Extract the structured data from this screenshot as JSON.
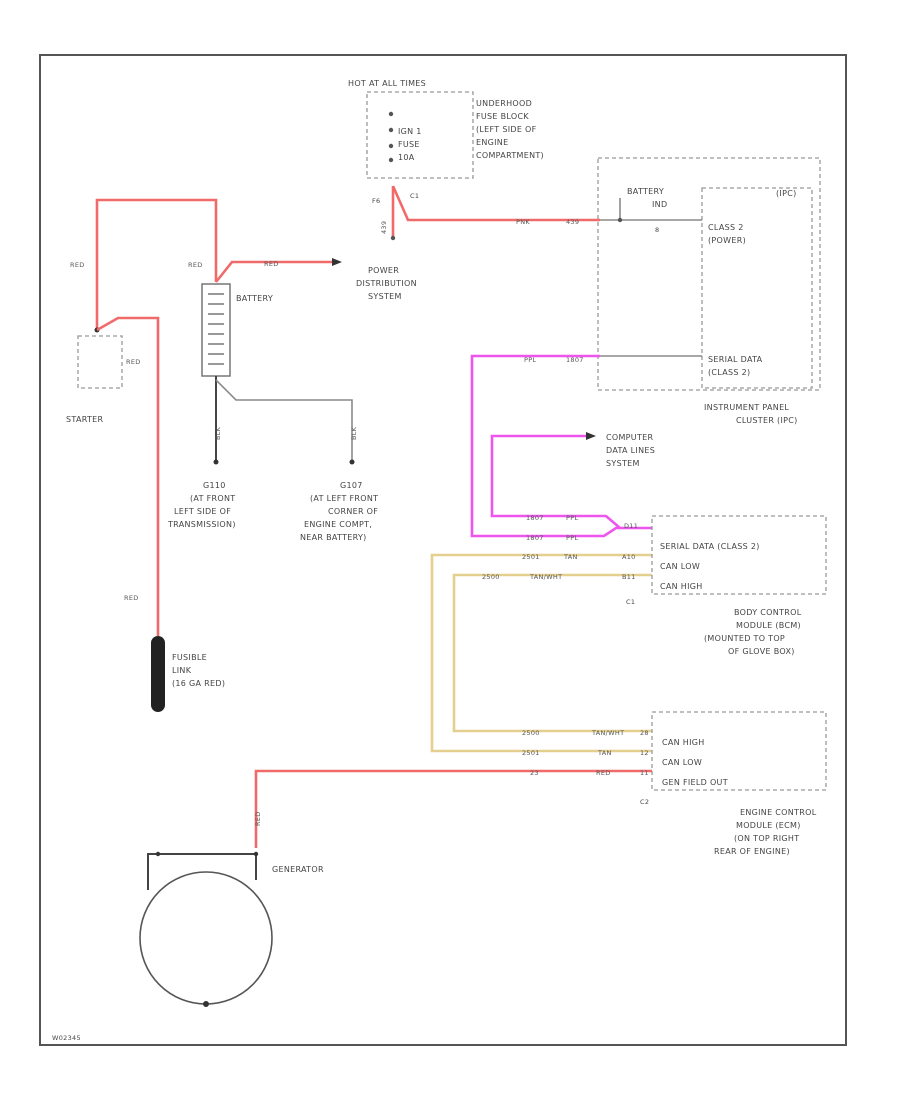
{
  "components": {
    "fuse_block": {
      "header": "HOT AT ALL TIMES",
      "location_lines": [
        "UNDERHOOD",
        "FUSE BLOCK",
        "(LEFT SIDE OF",
        "ENGINE",
        "COMPARTMENT)"
      ],
      "fuse_lines": [
        "IGN 1",
        "FUSE",
        "10A"
      ],
      "pin": "F6",
      "connector": "C1"
    },
    "battery": {
      "label": "BATTERY",
      "wire_color": "RED"
    },
    "power_distribution": {
      "lines": [
        "POWER",
        "DISTRIBUTION",
        "SYSTEM"
      ]
    },
    "starter": {
      "label": "STARTER"
    },
    "ground_g110": {
      "lines": [
        "G110",
        "(AT FRONT",
        "LEFT SIDE OF",
        "TRANSMISSION)"
      ]
    },
    "ground_g107": {
      "lines": [
        "G107",
        "(AT LEFT FRONT",
        "CORNER OF",
        "ENGINE COMPT,",
        "NEAR BATTERY)"
      ]
    },
    "fusible_link": {
      "lines": [
        "FUSIBLE",
        "LINK",
        "(16 GA RED)"
      ]
    },
    "generator": {
      "label": "GENERATOR"
    },
    "ipc": {
      "header": "(IPC)",
      "battery_pin_lines": [
        "BATTERY",
        "IND"
      ],
      "pin_8": "8",
      "circuit_lines": [
        "CLASS 2",
        "(POWER)"
      ],
      "serial_lines": [
        "SERIAL DATA",
        "(CLASS 2)"
      ],
      "name_lines": [
        "INSTRUMENT PANEL",
        "CLUSTER (IPC)"
      ]
    },
    "computer_data_lines": {
      "lines": [
        "COMPUTER",
        "DATA LINES",
        "SYSTEM"
      ]
    },
    "bcm": {
      "pins": [
        "SERIAL DATA (CLASS 2)",
        "CAN LOW",
        "CAN HIGH"
      ],
      "connector": "C1",
      "name_lines": [
        "BODY CONTROL",
        "MODULE (BCM)",
        "(MOUNTED TO TOP",
        "OF GLOVE BOX)"
      ]
    },
    "ecm": {
      "pins": [
        "CAN HIGH",
        "CAN LOW",
        "GEN FIELD OUT"
      ],
      "connector": "C2",
      "name_lines": [
        "ENGINE CONTROL",
        "MODULE (ECM)",
        "(ON TOP RIGHT",
        "REAR OF ENGINE)"
      ]
    }
  },
  "wires": {
    "starter_red_1": "RED",
    "battery_red": "RED",
    "battery_to_pds": "RED",
    "starter_red_2": "RED",
    "fusible_red": "RED",
    "fuse_to_ipc": {
      "color": "PNK",
      "circuit": "439"
    },
    "ipc_serial": {
      "color": "PPL",
      "circuit": "1807"
    },
    "bcm_serial_1": {
      "circuit": "1807",
      "color": "PPL"
    },
    "bcm_serial_2": {
      "circuit": "1807",
      "color": "PPL"
    },
    "bcm_serial_pin": "D11",
    "bcm_can_low": {
      "circuit": "2501",
      "color": "TAN",
      "pin": "A10"
    },
    "bcm_can_high": {
      "circuit": "2500",
      "color": "TAN/WHT",
      "pin": "B11"
    },
    "ecm_can_high": {
      "circuit": "2500",
      "color": "TAN/WHT",
      "pin": "28"
    },
    "ecm_can_low": {
      "circuit": "2501",
      "color": "TAN",
      "pin": "12"
    },
    "ecm_gen_field": {
      "circuit": "23",
      "color": "RED",
      "pin": "11"
    },
    "ground_g110_wire": "BLK",
    "ground_g107_wire": "BLK",
    "gen_wire": "RED"
  },
  "footer": {
    "code": "W02345"
  }
}
